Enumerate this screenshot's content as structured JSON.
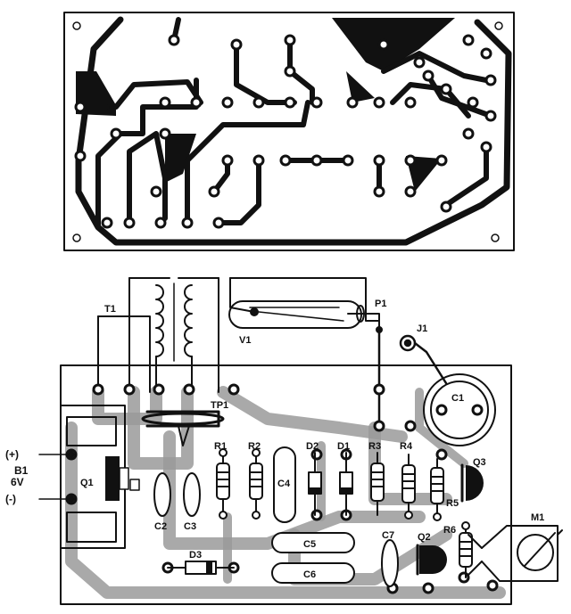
{
  "labels": {
    "t1": "T1",
    "tp1": "TP1",
    "v1": "V1",
    "p1": "P1",
    "j1": "J1",
    "c1": "C1",
    "r1": "R1",
    "r2": "R2",
    "d2": "D2",
    "d1": "D1",
    "r3": "R3",
    "r4": "R4",
    "q3": "Q3",
    "r5": "R5",
    "q1": "Q1",
    "c4": "C4",
    "c2": "C2",
    "c3": "C3",
    "c5": "C5",
    "c6": "C6",
    "c7": "C7",
    "q2": "Q2",
    "r6": "R6",
    "m1": "M1",
    "d3": "D3",
    "b1": "B1",
    "b1_voltage": "6V",
    "plus": "(+)",
    "minus": "(-)"
  },
  "colors": {
    "ink": "#111111",
    "copper_fill": "#9a9a9a",
    "paper": "#ffffff"
  }
}
